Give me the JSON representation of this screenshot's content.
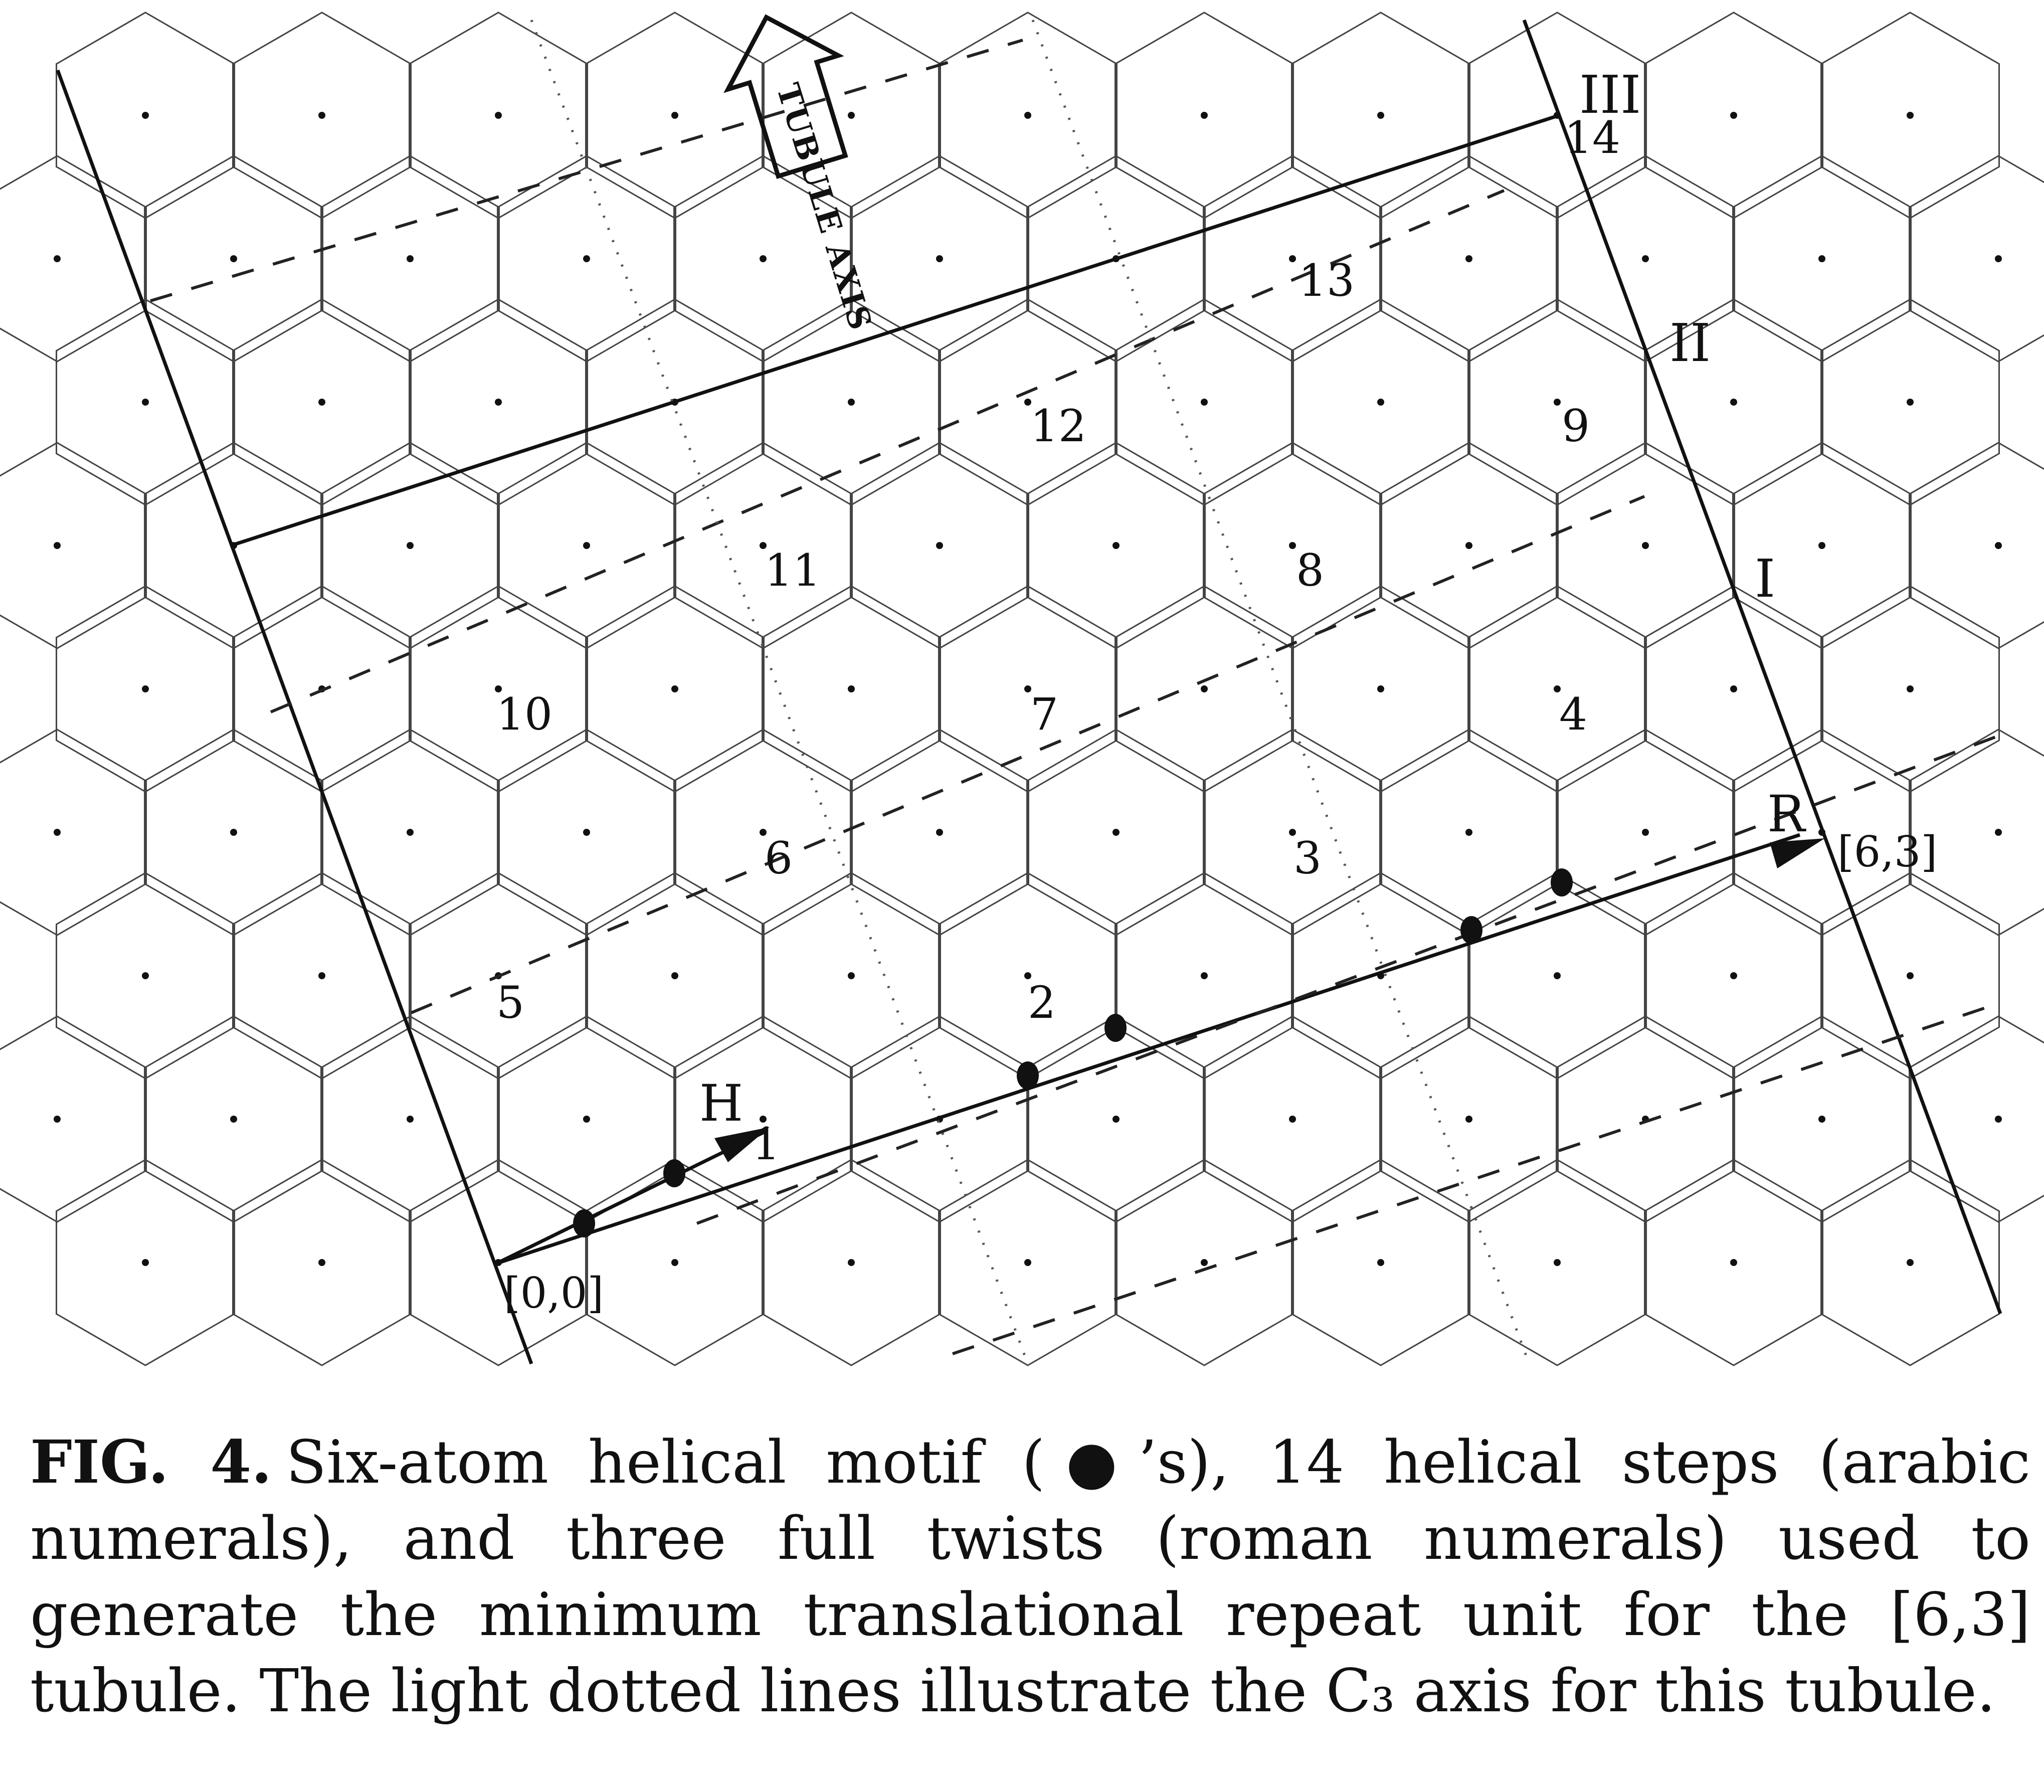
{
  "figure": {
    "label": "FIG. 4.",
    "caption": "Six-atom helical motif (●’s), 14 helical steps (arabic numerals), and three full twists (roman numerals) used to generate the minimum translational repeat unit for the [6,3] tubule. The light dotted lines illustrate the C₃ axis for this tubule.",
    "tubule_axis_label": "TUBULE AXIS",
    "vector_labels": {
      "helical": "H",
      "repeat": "R"
    },
    "lattice_labels": {
      "origin": "[0,0]",
      "end": "[6,3]"
    },
    "step_labels": [
      "1",
      "2",
      "3",
      "4",
      "5",
      "6",
      "7",
      "8",
      "9",
      "10",
      "11",
      "12",
      "13",
      "14"
    ],
    "twist_labels": [
      "I",
      "II",
      "III"
    ],
    "icons": {
      "motif_atom": "filled-circle-icon",
      "axis_arrow": "hollow-arrow-icon"
    }
  }
}
